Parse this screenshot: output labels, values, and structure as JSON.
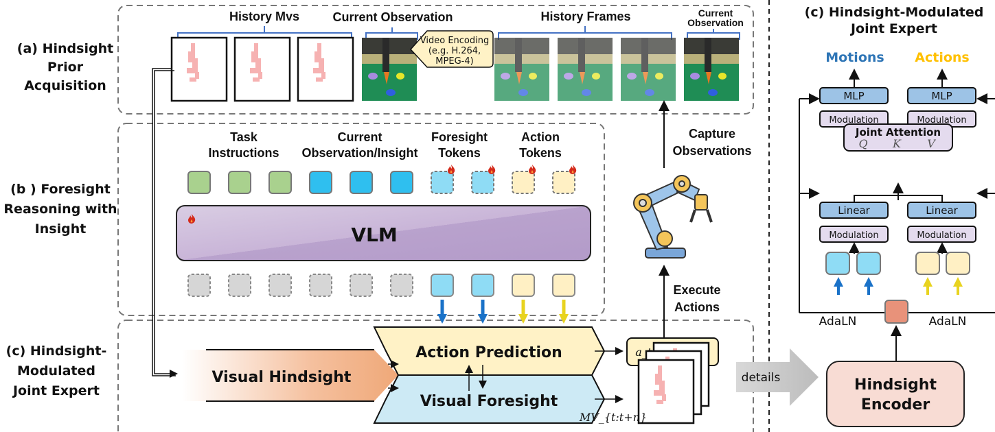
{
  "sections": {
    "a": [
      "(a) Hindsight",
      "Prior",
      "Acquisition"
    ],
    "b": [
      "(b ) Foresight",
      "Reasoning with",
      "Insight"
    ],
    "c": [
      "(c) Hindsight-",
      "Modulated",
      "Joint Expert"
    ]
  },
  "acquisition": {
    "history_mvs": "History Mvs",
    "current_observation": "Current Observation",
    "history_frames": "History Frames",
    "current_observation_small": [
      "Current",
      "Observation"
    ],
    "video_encoding": [
      "Video Encoding",
      "(e.g. H.264,",
      "MPEG-4)"
    ]
  },
  "reasoning": {
    "task_instructions": [
      "Task",
      "Instructions"
    ],
    "current_obs_insight": [
      "Current",
      "Observation/Insight"
    ],
    "foresight_tokens": [
      "Foresight",
      "Tokens"
    ],
    "action_tokens": [
      "Action",
      "Tokens"
    ],
    "vlm": "VLM"
  },
  "expert": {
    "visual_hindsight": "Visual Hindsight",
    "action_prediction": "Action Prediction",
    "visual_foresight": "Visual Foresight",
    "action_output": "a_t : a_{t+n}",
    "mv_output": "MV_{t:t+n}"
  },
  "robot": {
    "capture": [
      "Capture",
      "Observations"
    ],
    "execute": [
      "Execute",
      "Actions"
    ]
  },
  "details_label": "details",
  "detail_panel": {
    "title": [
      "(c) Hindsight-Modulated",
      "Joint Expert"
    ],
    "motions": "Motions",
    "actions": "Actions",
    "mlp": "MLP",
    "modulation": "Modulation",
    "joint_attention": "Joint Attention",
    "q": "Q",
    "k": "K",
    "v": "V",
    "linear": "Linear",
    "adaln": "AdaLN",
    "encoder": [
      "Hindsight",
      "Encoder"
    ]
  },
  "colors": {
    "motions": "#2e75b6",
    "actions": "#ffc000",
    "task_token": "#a9d18e",
    "obs_token": "#2fbfef",
    "foresight_token": "#8fdcf5",
    "action_token": "#fff0c4",
    "bracket": "#4472c4"
  },
  "icons": [
    "flame-icon",
    "robot-arm-icon",
    "arrow-icon"
  ]
}
